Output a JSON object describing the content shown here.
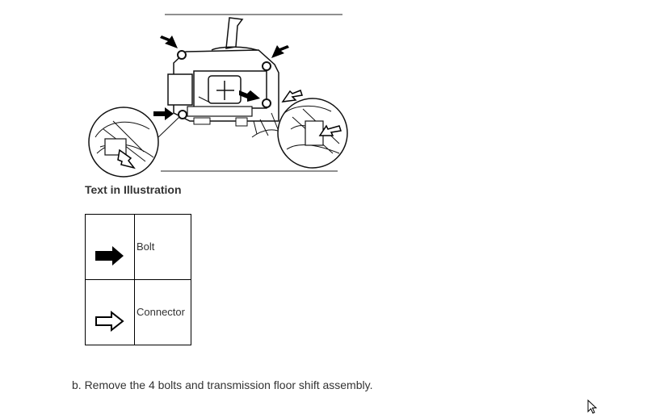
{
  "illustration": {
    "icon": "transmission-floor-shift-assembly-drawing"
  },
  "legend": {
    "heading": "Text in Illustration",
    "rows": [
      {
        "icon": "solid-arrow-icon",
        "label": "Bolt"
      },
      {
        "icon": "outline-arrow-icon",
        "label": "Connector"
      }
    ]
  },
  "step": {
    "text": "b. Remove the 4 bolts and transmission floor shift assembly."
  },
  "cursor": {
    "icon": "mouse-pointer-icon"
  }
}
